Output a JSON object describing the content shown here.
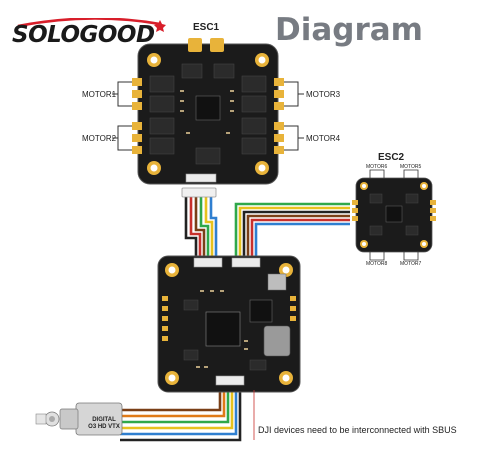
{
  "brand": {
    "name": "SOLOGOOD"
  },
  "title": "Diagram",
  "esc1": {
    "label": "ESC1",
    "motors": [
      "MOTOR1",
      "MOTOR2",
      "MOTOR3",
      "MOTOR4"
    ]
  },
  "esc2": {
    "label": "ESC2",
    "motors": [
      "MOTOR6",
      "MOTOR5",
      "MOTOR8",
      "MOTOR7"
    ]
  },
  "vtx": {
    "line1": "DIGITAL",
    "line2": "O3 HD VTX"
  },
  "note": "DJI devices need to be interconnected with SBUS",
  "colors": {
    "brand_red": "#d81e2a",
    "board": "#1b1b1b",
    "pad_gold": "#e8b33a",
    "wire_black": "#222222",
    "wire_red": "#c8302c",
    "wire_brown": "#7a3f17",
    "wire_green": "#2fa84a",
    "wire_yellow": "#e7c21e",
    "wire_blue": "#2f7fd0",
    "wire_orange": "#e07a18"
  }
}
